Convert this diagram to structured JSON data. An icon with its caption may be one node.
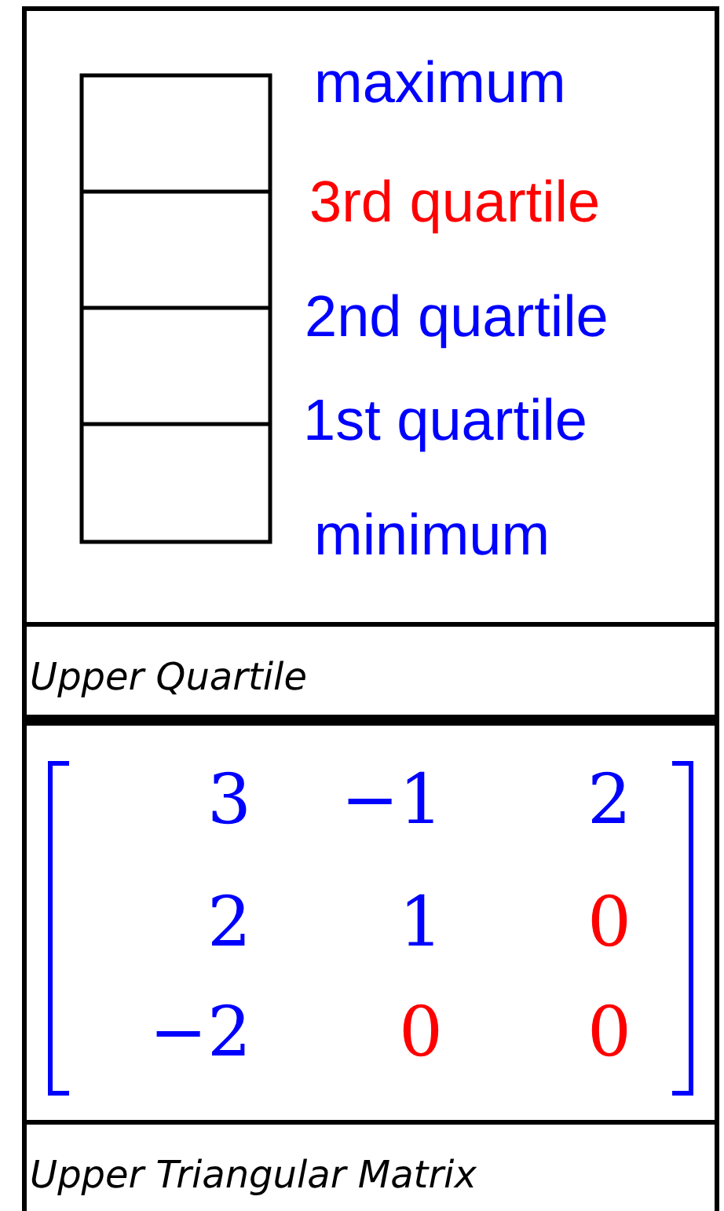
{
  "diagram": {
    "labels": [
      "maximum",
      "3rd quartile",
      "2nd quartile",
      "1st quartile",
      "minimum",
      "Upper Quartile",
      "3",
      "−1",
      "2",
      "2",
      "1",
      "0",
      "−2",
      "0",
      "0",
      "Upper Triangular Matrix"
    ]
  }
}
